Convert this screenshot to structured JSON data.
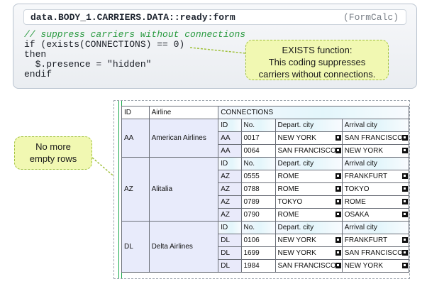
{
  "code_panel": {
    "path": "data.BODY_1.CARRIERS.DATA::ready:form",
    "language": "(FormCalc)",
    "lines": [
      "// suppress carriers without connections",
      "if (exists(CONNECTIONS) == 0)",
      "then",
      "  $.presence = \"hidden\"",
      "endif"
    ]
  },
  "callout_exists": {
    "line1": "EXISTS function:",
    "line2": "This coding suppresses",
    "line3": "carriers without connections."
  },
  "callout_rows": {
    "line1": "No more",
    "line2": "empty rows"
  },
  "table": {
    "headers": {
      "id": "ID",
      "airline": "Airline",
      "connections": "CONNECTIONS"
    },
    "sub_headers": {
      "id": "ID",
      "no": "No.",
      "depart": "Depart. city",
      "arrival": "Arrival city"
    },
    "carriers": [
      {
        "id": "AA",
        "airline": "American Airlines",
        "connections": [
          {
            "id": "AA",
            "no": "0017",
            "depart": "NEW YORK",
            "arrival": "SAN FRANCISCO"
          },
          {
            "id": "AA",
            "no": "0064",
            "depart": "SAN FRANCISCO",
            "arrival": "NEW YORK"
          }
        ]
      },
      {
        "id": "AZ",
        "airline": "Alitalia",
        "connections": [
          {
            "id": "AZ",
            "no": "0555",
            "depart": "ROME",
            "arrival": "FRANKFURT"
          },
          {
            "id": "AZ",
            "no": "0788",
            "depart": "ROME",
            "arrival": "TOKYO"
          },
          {
            "id": "AZ",
            "no": "0789",
            "depart": "TOKYO",
            "arrival": "ROME"
          },
          {
            "id": "AZ",
            "no": "0790",
            "depart": "ROME",
            "arrival": "OSAKA"
          }
        ]
      },
      {
        "id": "DL",
        "airline": "Delta Airlines",
        "connections": [
          {
            "id": "DL",
            "no": "0106",
            "depart": "NEW YORK",
            "arrival": "FRANKFURT"
          },
          {
            "id": "DL",
            "no": "1699",
            "depart": "NEW YORK",
            "arrival": "SAN FRANCISCO"
          },
          {
            "id": "DL",
            "no": "1984",
            "depart": "SAN FRANCISCO",
            "arrival": "NEW YORK"
          }
        ]
      }
    ]
  },
  "colors": {
    "comment": "#2a9a40",
    "callout_fill": "#f1f8b2",
    "callout_border": "#9fc03a",
    "carrier_cell": "#e8ebfb",
    "frame_rule": "#18a84a"
  }
}
